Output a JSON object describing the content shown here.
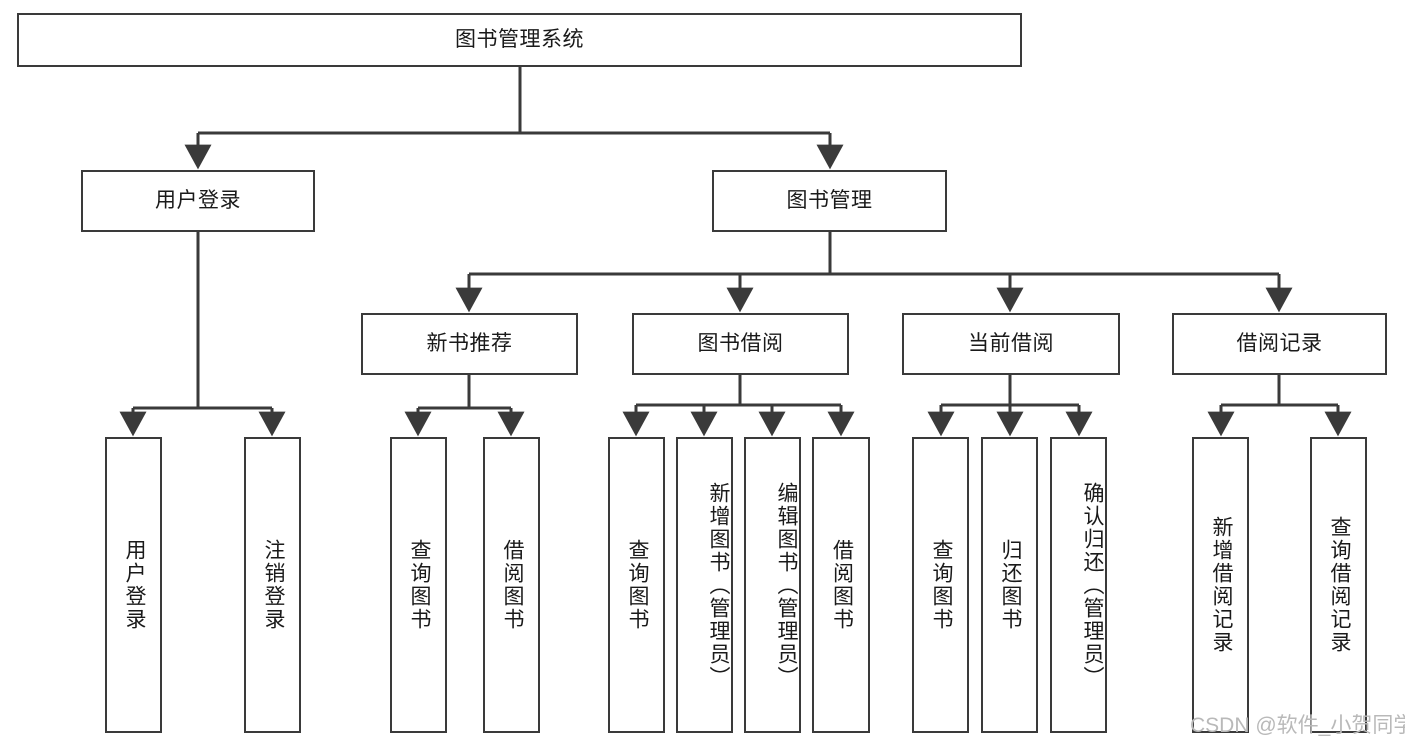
{
  "diagram": {
    "title": "图书管理系统",
    "watermark": "CSDN @软件_小贺同学",
    "root": {
      "label": "图书管理系统"
    },
    "level2": [
      {
        "label": "用户登录"
      },
      {
        "label": "图书管理"
      }
    ],
    "level3": [
      {
        "label": "新书推荐"
      },
      {
        "label": "图书借阅"
      },
      {
        "label": "当前借阅"
      },
      {
        "label": "借阅记录"
      }
    ],
    "leaves": {
      "user_login": [
        {
          "label": "用户登录"
        },
        {
          "label": "注销登录"
        }
      ],
      "new_book_recommend": [
        {
          "label": "查询图书"
        },
        {
          "label": "借阅图书"
        }
      ],
      "book_borrow": [
        {
          "label": "查询图书"
        },
        {
          "label": "新增图书（管理员）"
        },
        {
          "label": "编辑图书（管理员）"
        },
        {
          "label": "借阅图书"
        }
      ],
      "current_borrow": [
        {
          "label": "查询图书"
        },
        {
          "label": "归还图书"
        },
        {
          "label": "确认归还（管理员）"
        }
      ],
      "borrow_record": [
        {
          "label": "新增借阅记录"
        },
        {
          "label": "查询借阅记录"
        }
      ]
    },
    "colors": {
      "border": "#3a3a3a",
      "line": "#3a3a3a",
      "background": "#ffffff",
      "text": "#1a1a1a",
      "watermark": "#b9b9b9"
    }
  }
}
